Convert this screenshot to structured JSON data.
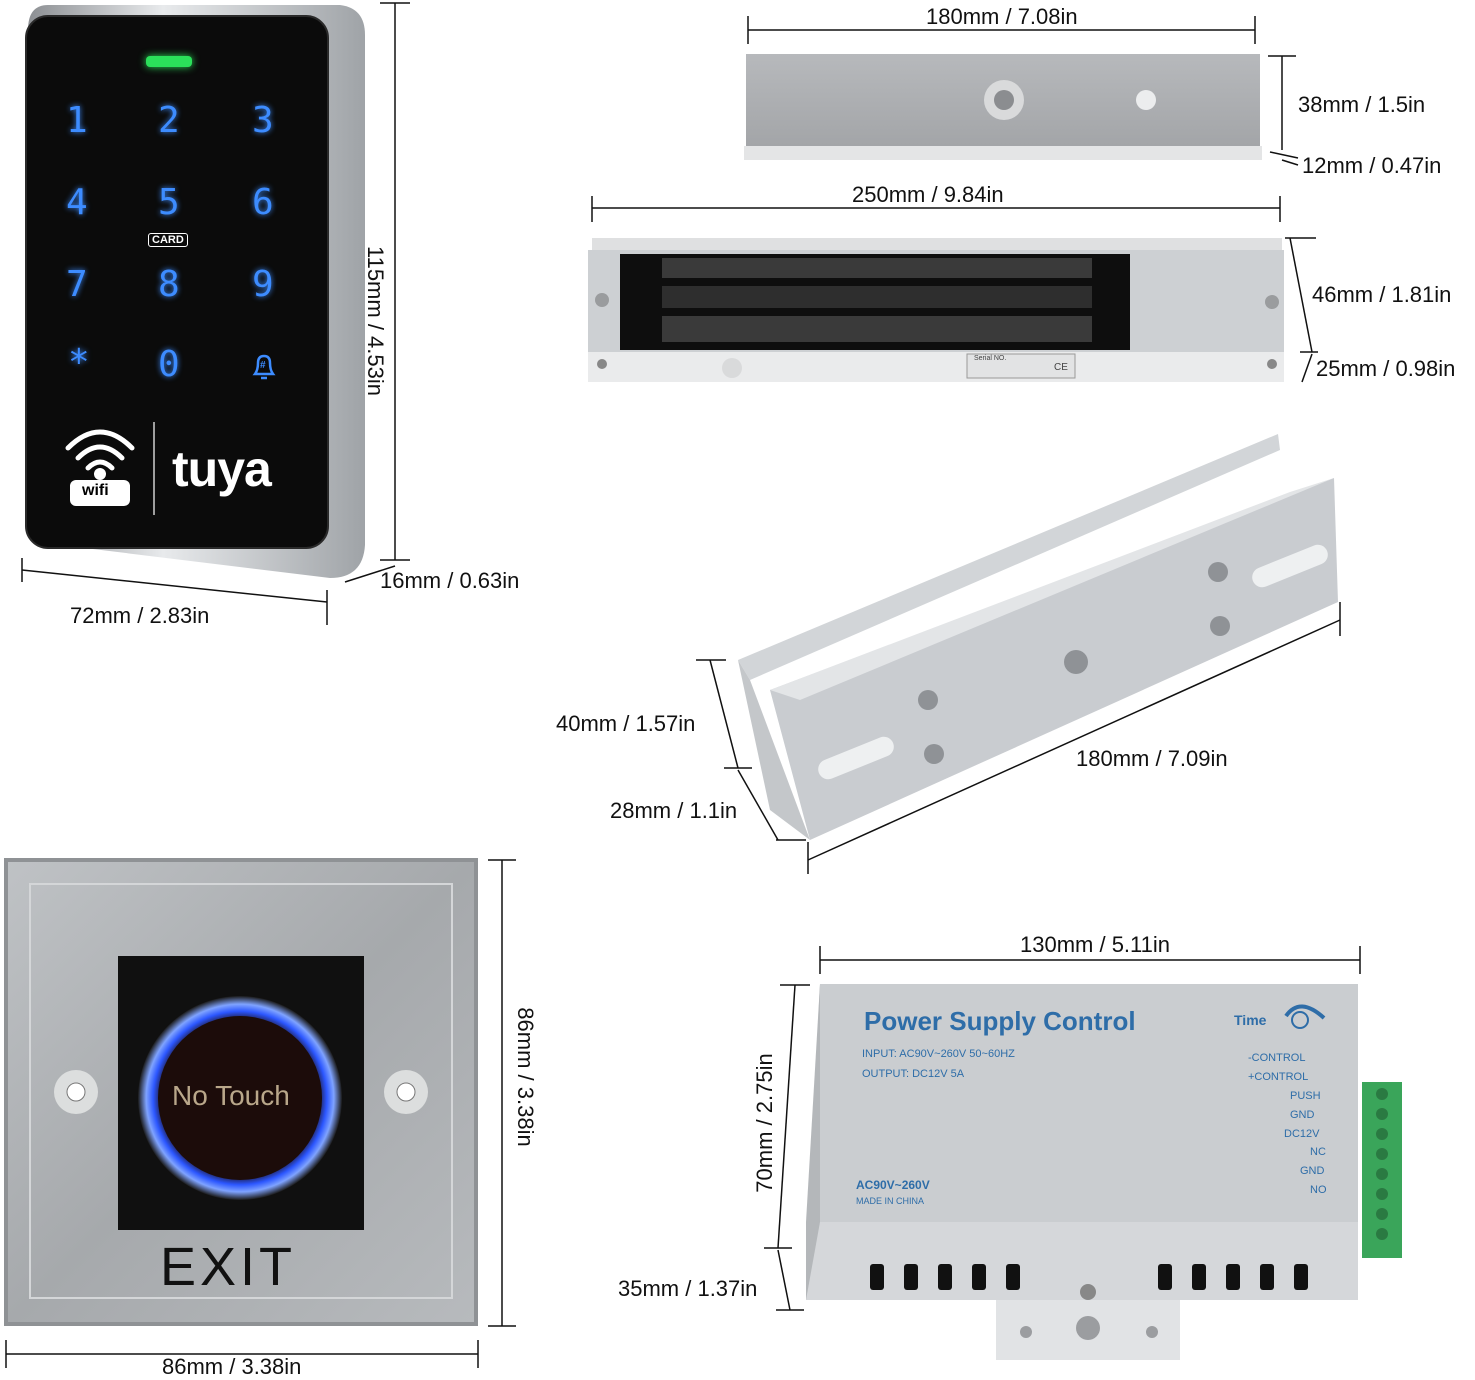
{
  "keypad": {
    "keys": [
      "1",
      "2",
      "3",
      "4",
      "5",
      "6",
      "7",
      "8",
      "9",
      "*",
      "0",
      "#"
    ],
    "card_label": "CARD",
    "wifi_label": "wifi",
    "brand": "tuya",
    "width_label": "72mm / 2.83in",
    "height_label": "115mm / 4.53in",
    "depth_label": "16mm / 0.63in"
  },
  "plate": {
    "length_label": "180mm / 7.08in",
    "width_label": "38mm / 1.5in",
    "thickness_label": "12mm / 0.47in"
  },
  "maglock": {
    "length_label": "250mm / 9.84in",
    "height_label": "46mm / 1.81in",
    "depth_label": "25mm / 0.98in",
    "serial_label": "Serial NO.",
    "ce_mark": "CE"
  },
  "bracket": {
    "height_label": "40mm / 1.57in",
    "depth_label": "28mm / 1.1in",
    "length_label": "180mm / 7.09in"
  },
  "exit_button": {
    "center_label": "No Touch",
    "exit_label": "EXIT",
    "height_label": "86mm / 3.38in",
    "width_label": "86mm / 3.38in"
  },
  "power_supply": {
    "title": "Power Supply Control",
    "input": "INPUT:  AC90V~260V 50~60HZ",
    "output": "OUTPUT:  DC12V  5A",
    "time_label": "Time",
    "terminals": [
      "-CONTROL",
      "+CONTROL",
      "PUSH",
      "GND",
      "DC12V",
      "NC",
      "GND",
      "NO"
    ],
    "ac_label": "AC90V~260V",
    "made_in": "MADE IN CHINA",
    "width_label": "130mm / 5.11in",
    "height_label": "70mm / 2.75in",
    "depth_label": "35mm / 1.37in"
  },
  "colors": {
    "keypad_bg": "#0b0b0b",
    "key_blue": "#3d8cff",
    "led_green": "#2be05a",
    "metal": "#c9cccf",
    "psu_title": "#2e6da8",
    "terminal_green": "#3aa55a"
  }
}
